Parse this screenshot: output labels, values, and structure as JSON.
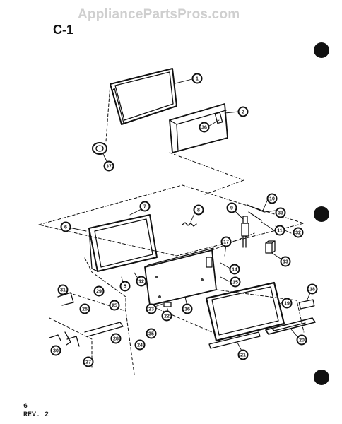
{
  "watermark": "AppliancePartsPros.com",
  "page_code": "C-1",
  "footer": {
    "page": "6",
    "rev": "REV. 2"
  },
  "callouts": [
    "1",
    "2",
    "36",
    "37",
    "7",
    "8",
    "6",
    "9",
    "10",
    "33",
    "11",
    "32",
    "13",
    "17",
    "14",
    "15",
    "5",
    "12",
    "16",
    "23",
    "22",
    "31",
    "29",
    "25",
    "26",
    "28",
    "27",
    "30",
    "24",
    "35",
    "20",
    "19",
    "18",
    "21"
  ]
}
